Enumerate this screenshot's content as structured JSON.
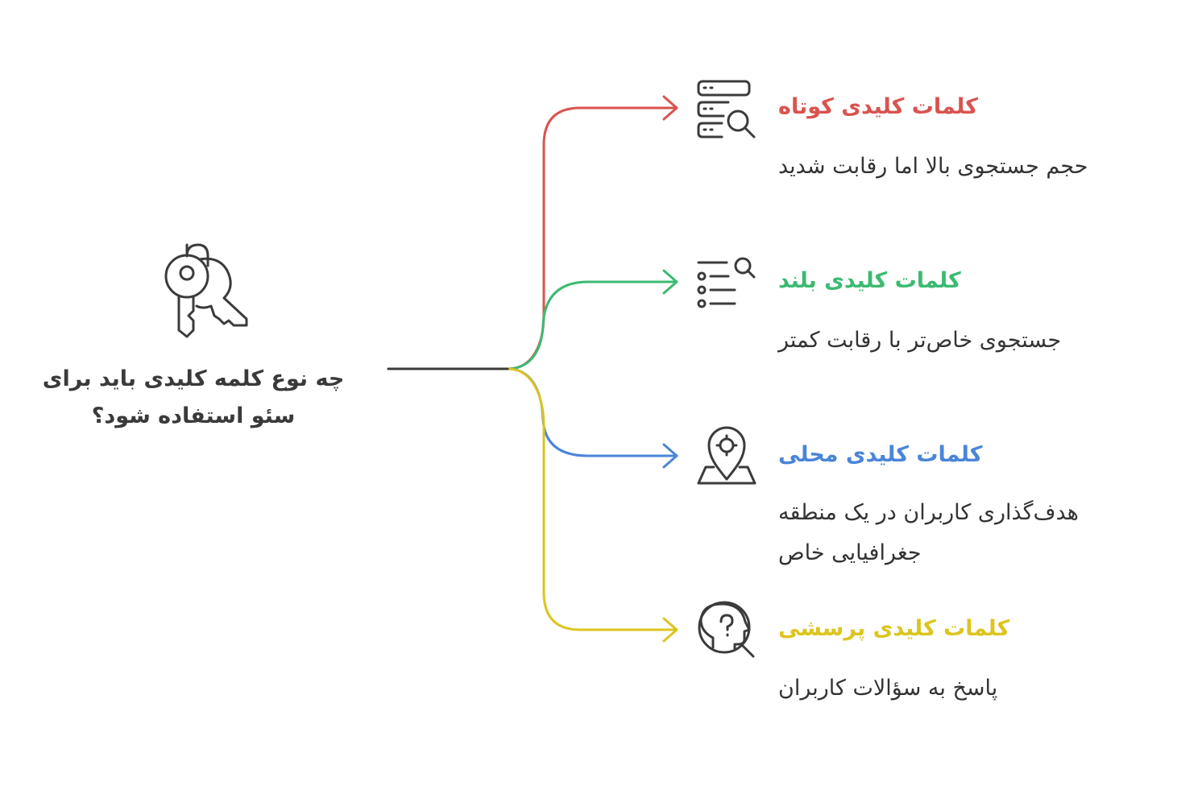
{
  "root": {
    "question": "چه نوع کلمه کلیدی باید برای سئو استفاده شود؟",
    "icon": "keys-icon"
  },
  "colors": {
    "trunk": "#3b3b3b",
    "icon_stroke": "#3b3b3b",
    "red": "#d9534f",
    "green": "#3cba72",
    "blue": "#4a85d8",
    "yellow": "#dcc51e"
  },
  "branches": [
    {
      "title": "کلمات کلیدی کوتاه",
      "description": "حجم جستجوی بالا اما رقابت شدید",
      "color": "#d9534f",
      "icon": "database-search-icon"
    },
    {
      "title": "کلمات کلیدی بلند",
      "description": "جستجوی خاص‌تر با رقابت کمتر",
      "color": "#3cba72",
      "icon": "list-search-icon"
    },
    {
      "title": "کلمات کلیدی محلی",
      "description": "هدف‌گذاری کاربران در یک منطقه جغرافیایی خاص",
      "color": "#4a85d8",
      "icon": "location-pin-icon"
    },
    {
      "title": "کلمات کلیدی پرسشی",
      "description": "پاسخ به سؤالات کاربران",
      "color": "#dcc51e",
      "icon": "head-question-icon"
    }
  ]
}
